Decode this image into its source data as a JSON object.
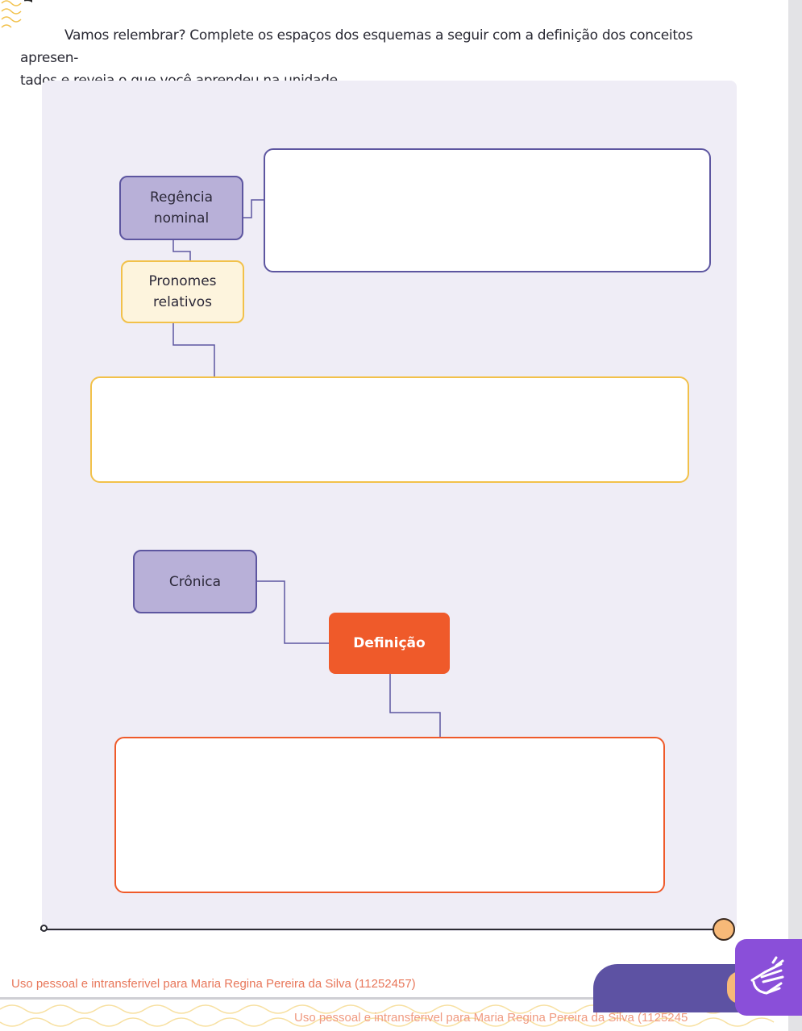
{
  "instruction": {
    "line1": "Vamos relembrar? Complete os espaços dos esquemas a seguir com a definição dos conceitos apresen-",
    "line2": "tados e reveja o que você aprendeu na unidade."
  },
  "scheme1": {
    "node_regencia": "Regência nominal",
    "node_pronomes": "Pronomes relativos"
  },
  "scheme2": {
    "node_cronica": "Crônica",
    "node_definicao": "Definição"
  },
  "footer": {
    "watermark": "Uso pessoal e intransferivel para Maria Regina Pereira da Silva (11252457)",
    "watermark_repeat": "Uso pessoal e intransferivel para Maria Regina Pereira da Silva (1125245"
  },
  "colors": {
    "accent_purple": "#5d56a0",
    "accent_yellow": "#f2c14a",
    "accent_orange": "#ef5a2a",
    "panel_bg": "#efedf6"
  },
  "icons": {
    "libras_button": "sign-language-hands-icon"
  }
}
